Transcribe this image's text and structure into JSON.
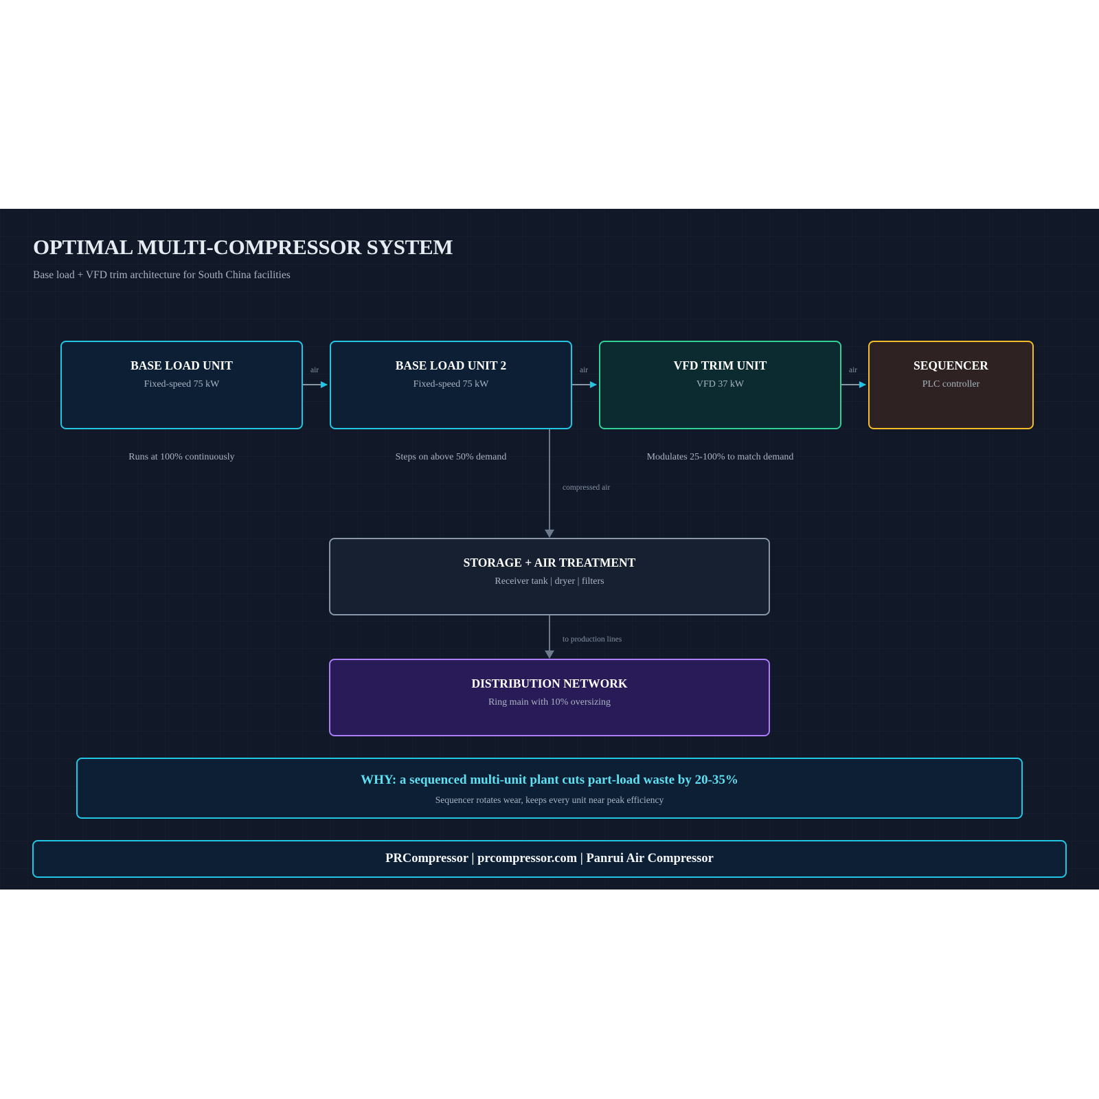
{
  "header": {
    "title": "OPTIMAL MULTI-COMPRESSOR SYSTEM",
    "subtitle": "Base load + VFD trim architecture for South China facilities"
  },
  "nodes": [
    {
      "title": "BASE LOAD UNIT",
      "subtitle": "Fixed-speed 75 kW",
      "note": "Runs at 100% continuously"
    },
    {
      "title": "BASE LOAD UNIT 2",
      "subtitle": "Fixed-speed 75 kW",
      "note": "Steps on above 50% demand"
    },
    {
      "title": "VFD TRIM UNIT",
      "subtitle": "VFD 37 kW",
      "note": "Modulates 25-100% to match demand"
    },
    {
      "title": "SEQUENCER",
      "subtitle": "PLC controller"
    }
  ],
  "edges": {
    "air_label": "air",
    "compressed_air_label": "compressed air",
    "production_label": "to production lines"
  },
  "storage": {
    "title": "STORAGE + AIR TREATMENT",
    "subtitle": "Receiver tank | dryer | filters"
  },
  "distribution": {
    "title": "DISTRIBUTION NETWORK",
    "subtitle": "Ring main with 10% oversizing"
  },
  "why": {
    "title": "WHY: a sequenced multi-unit plant cuts part-load waste by 20-35%",
    "subtitle": "Sequencer rotates wear, keeps every unit near peak efficiency"
  },
  "footer": {
    "text": "PRCompressor | prcompressor.com | Panrui Air Compressor"
  },
  "colors": {
    "background": "#111827",
    "base_load": "#22c6e4",
    "vfd": "#2fd195",
    "sequencer": "#f2bd27",
    "storage": "#8796a8",
    "distribution": "#a97ef6",
    "accent_text": "#5fe0f2"
  }
}
